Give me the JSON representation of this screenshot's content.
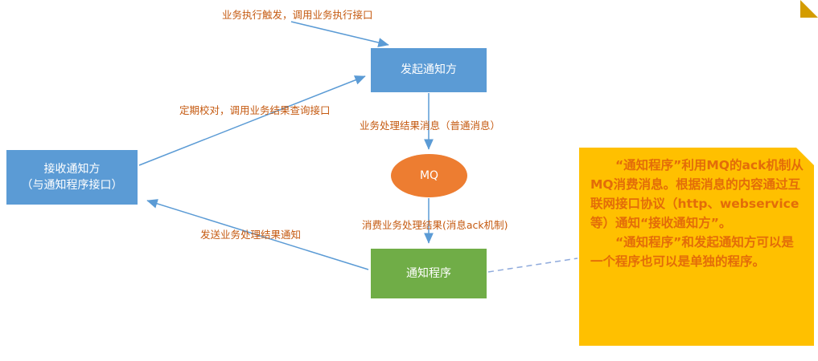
{
  "nodes": {
    "initiator": {
      "label": "发起通知方"
    },
    "mq": {
      "label": "MQ"
    },
    "program": {
      "label": "通知程序"
    },
    "receiver": {
      "label_line1": "接收通知方",
      "label_line2": "（与通知程序接口）"
    }
  },
  "edges": {
    "trigger_label": "业务执行触发，调用业务执行接口",
    "periodic_label": "定期校对，调用业务结果查询接口",
    "result_message_label": "业务处理结果消息（普通消息）",
    "consume_label": "消费业务处理结果(消息ack机制)",
    "send_result_label": "发送业务处理结果通知"
  },
  "note": {
    "para1": "“通知程序”利用MQ的ack机制从MQ消费消息。根据消息的内容通过互联网接口协议（http、webservice等）通知“接收通知方”。",
    "para2": "“通知程序”和发起通知方可以是一个程序也可以是单独的程序。"
  },
  "colors": {
    "node_blue": "#5B9BD5",
    "node_orange": "#ED7D31",
    "node_green": "#70AD47",
    "note_yellow": "#FFC000",
    "note_fold": "#D49C00",
    "edge_label_text": "#C55A11",
    "note_text": "#E36C09",
    "arrow_stroke": "#5B9BD5",
    "dashed_stroke": "#8FAADC",
    "node_text": "#FFFFFF"
  }
}
